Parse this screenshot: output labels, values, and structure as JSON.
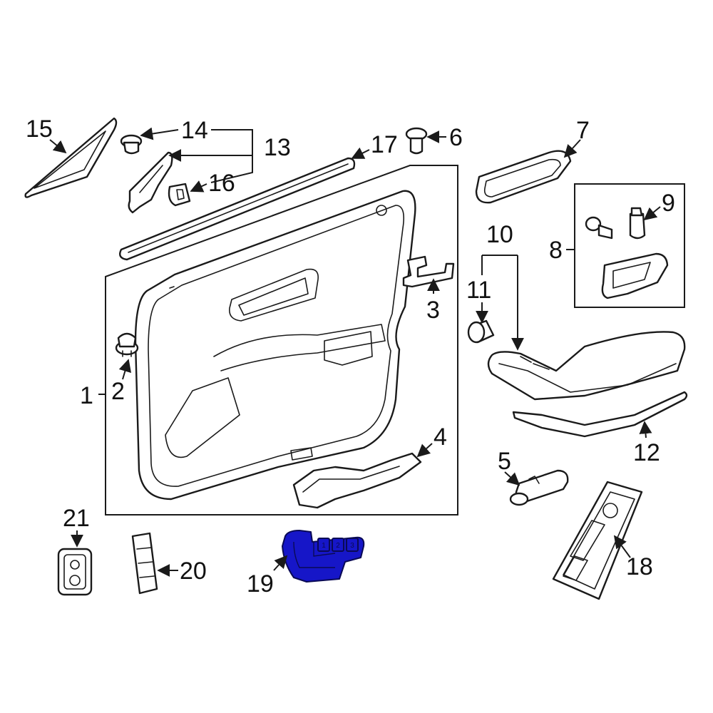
{
  "diagram": {
    "highlight_color": "#1616c8",
    "line_color": "#1a1a1a",
    "callouts": [
      "1",
      "2",
      "3",
      "4",
      "5",
      "6",
      "7",
      "8",
      "9",
      "10",
      "11",
      "12",
      "13",
      "14",
      "15",
      "16",
      "17",
      "18",
      "19",
      "20",
      "21"
    ],
    "highlighted_part": "19",
    "seat_buttons": [
      "1",
      "2",
      "3"
    ]
  }
}
